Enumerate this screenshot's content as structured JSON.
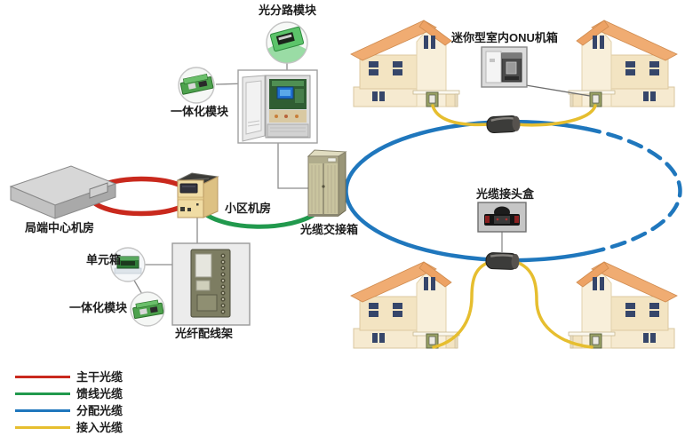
{
  "nodes": {
    "splitter_module": {
      "label": "光分路模块"
    },
    "integrated_module_top": {
      "label": "一体化模块"
    },
    "central_office": {
      "label": "局端中心机房"
    },
    "community_room": {
      "label": "小区机房"
    },
    "cross_connect_cabinet": {
      "label": "光缆交接箱"
    },
    "unit_box": {
      "label": "单元箱"
    },
    "integrated_module_bottom": {
      "label": "一体化模块"
    },
    "fiber_distribution_frame": {
      "label": "光纤配线架"
    },
    "mini_indoor_onu": {
      "label": "迷你型室内ONU机箱"
    },
    "cable_joint_box": {
      "label": "光缆接头盒"
    }
  },
  "legend": {
    "items": [
      {
        "label": "主干光缆",
        "color": "#c9291d"
      },
      {
        "label": "馈线光缆",
        "color": "#21994d"
      },
      {
        "label": "分配光缆",
        "color": "#1f77bd"
      },
      {
        "label": "接入光缆",
        "color": "#e6be2f"
      }
    ]
  }
}
